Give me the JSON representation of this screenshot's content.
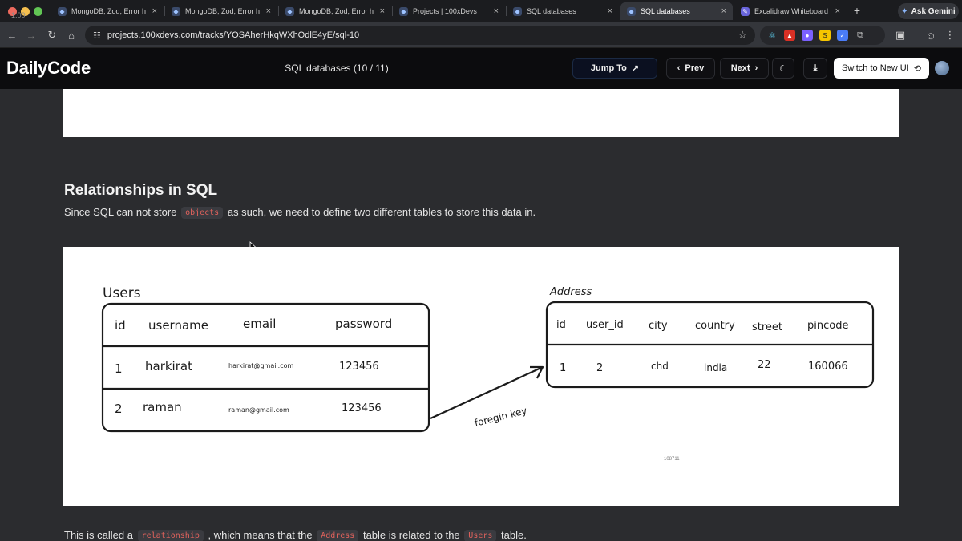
{
  "browser": {
    "zoom_badge": "1.00",
    "tabs": [
      {
        "title": "MongoDB, Zod, Error h",
        "active": false
      },
      {
        "title": "MongoDB, Zod, Error h",
        "active": false
      },
      {
        "title": "MongoDB, Zod, Error h",
        "active": false
      },
      {
        "title": "Projects | 100xDevs",
        "active": false
      },
      {
        "title": "SQL databases",
        "active": false
      },
      {
        "title": "SQL databases",
        "active": true
      },
      {
        "title": "Excalidraw Whiteboard",
        "active": false
      }
    ],
    "ask_gemini": "Ask Gemini",
    "url": "projects.100xdevs.com/tracks/YOSAherHkqWXhOdlE4yE/sql-10"
  },
  "header": {
    "logo": "DailyCode",
    "lesson_title": "SQL databases (10 / 11)",
    "jump_to": "Jump To",
    "prev": "Prev",
    "next": "Next",
    "switch_ui": "Switch to New UI"
  },
  "content": {
    "section_title": "Relationships in SQL",
    "para1": {
      "before": "Since SQL can not store",
      "code": "objects",
      "after": "as such, we need to define two different tables to store this data in."
    },
    "para2": {
      "t1": "This is called a",
      "c1": "relationship",
      "t2": ", which means that the",
      "c2": "Address",
      "t3": "table is related to the",
      "c3": "Users",
      "t4": "table."
    }
  },
  "diagram": {
    "users_title": "Users",
    "users_headers": [
      "id",
      "username",
      "email",
      "password"
    ],
    "users_rows": [
      [
        "1",
        "harkirat",
        "harkirat@gmail.com",
        "123456"
      ],
      [
        "2",
        "raman",
        "raman@gmail.com",
        "123456"
      ]
    ],
    "address_title": "Address",
    "address_headers": [
      "id",
      "user_id",
      "city",
      "country",
      "street",
      "pincode"
    ],
    "address_rows": [
      [
        "1",
        "2",
        "chd",
        "india",
        "22",
        "160066"
      ]
    ],
    "arrow_label": "foregin key",
    "watermark": "108711"
  }
}
